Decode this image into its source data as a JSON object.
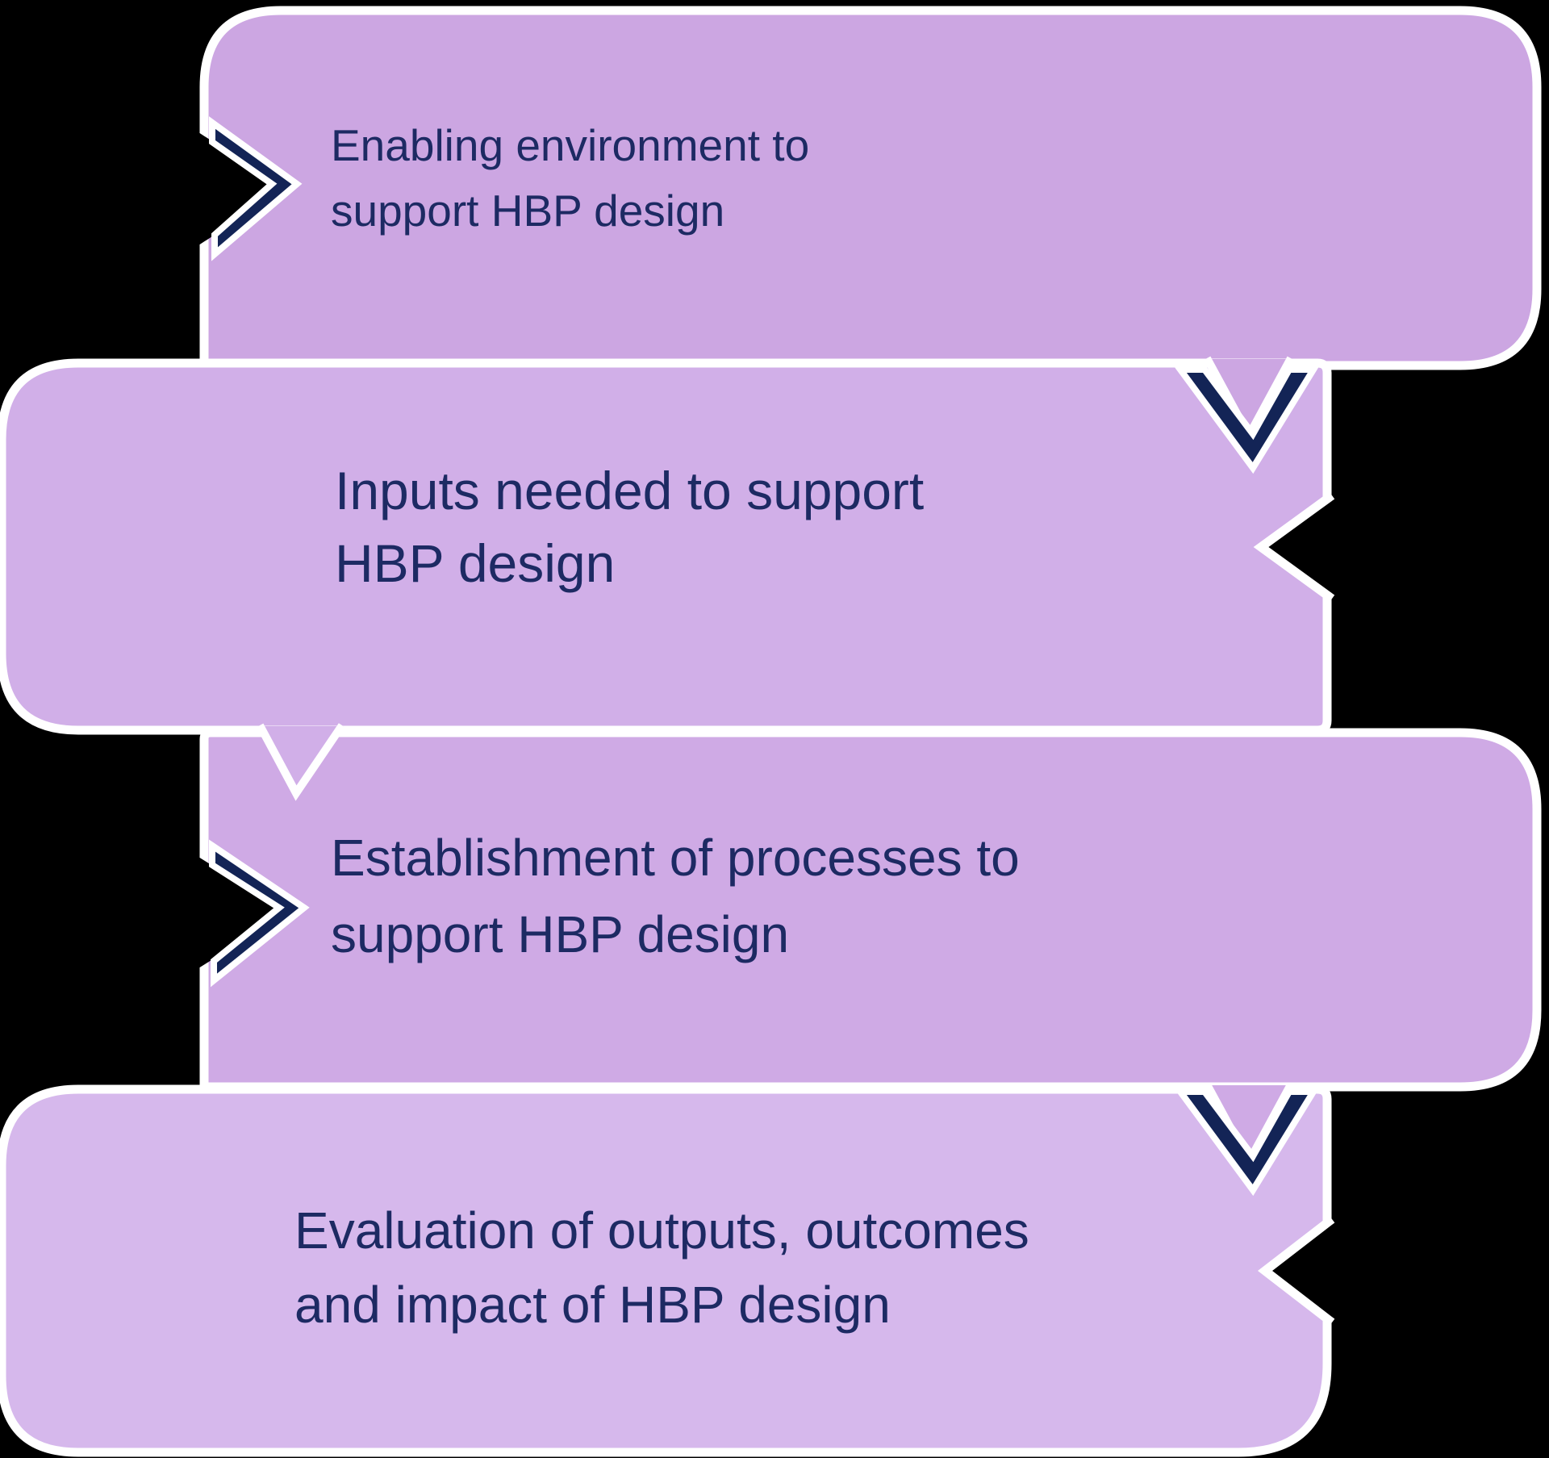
{
  "diagram": {
    "type": "vertical-process-flow",
    "description": "Four overlapping rounded speech-bubble style boxes describing stages of HBP design, linked by chevron arrows",
    "steps": [
      {
        "id": 1,
        "lines": [
          "Enabling environment to",
          "support HBP design"
        ],
        "marker": "chevron-right-icon",
        "connector_to_next": "chevron-down-icon"
      },
      {
        "id": 2,
        "lines": [
          "Inputs needed to support",
          "HBP design"
        ],
        "marker": "none",
        "connector_to_next": "tail-pointer-down"
      },
      {
        "id": 3,
        "lines": [
          "Establishment of processes to",
          "support HBP design"
        ],
        "marker": "chevron-right-icon",
        "connector_to_next": "chevron-down-icon"
      },
      {
        "id": 4,
        "lines": [
          "Evaluation of outputs, outcomes",
          "and impact of HBP design"
        ],
        "marker": "none",
        "connector_to_next": "none"
      }
    ],
    "colors": {
      "background": "#000000",
      "box1": "#cca6e2",
      "box2": "#d1afe8",
      "box3": "#cfaae5",
      "box4": "#d6b8ec",
      "navy": "#132456",
      "text": "#1d2a63",
      "outline": "#ffffff"
    }
  }
}
